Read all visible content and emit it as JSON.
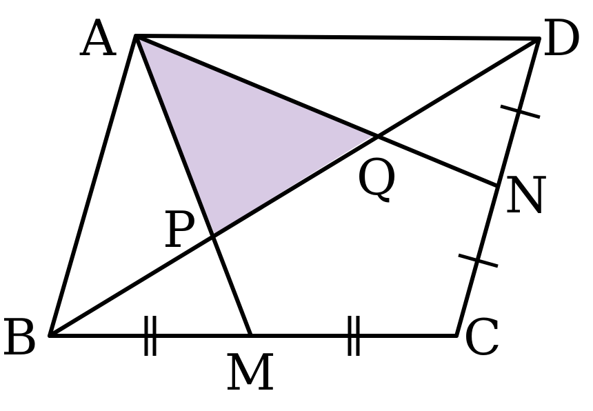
{
  "colors": {
    "shade": "#d8cae4",
    "line": "#000000",
    "background": "#ffffff"
  },
  "labels": {
    "A": "A",
    "B": "B",
    "C": "C",
    "D": "D",
    "M": "M",
    "N": "N",
    "P": "P",
    "Q": "Q"
  }
}
